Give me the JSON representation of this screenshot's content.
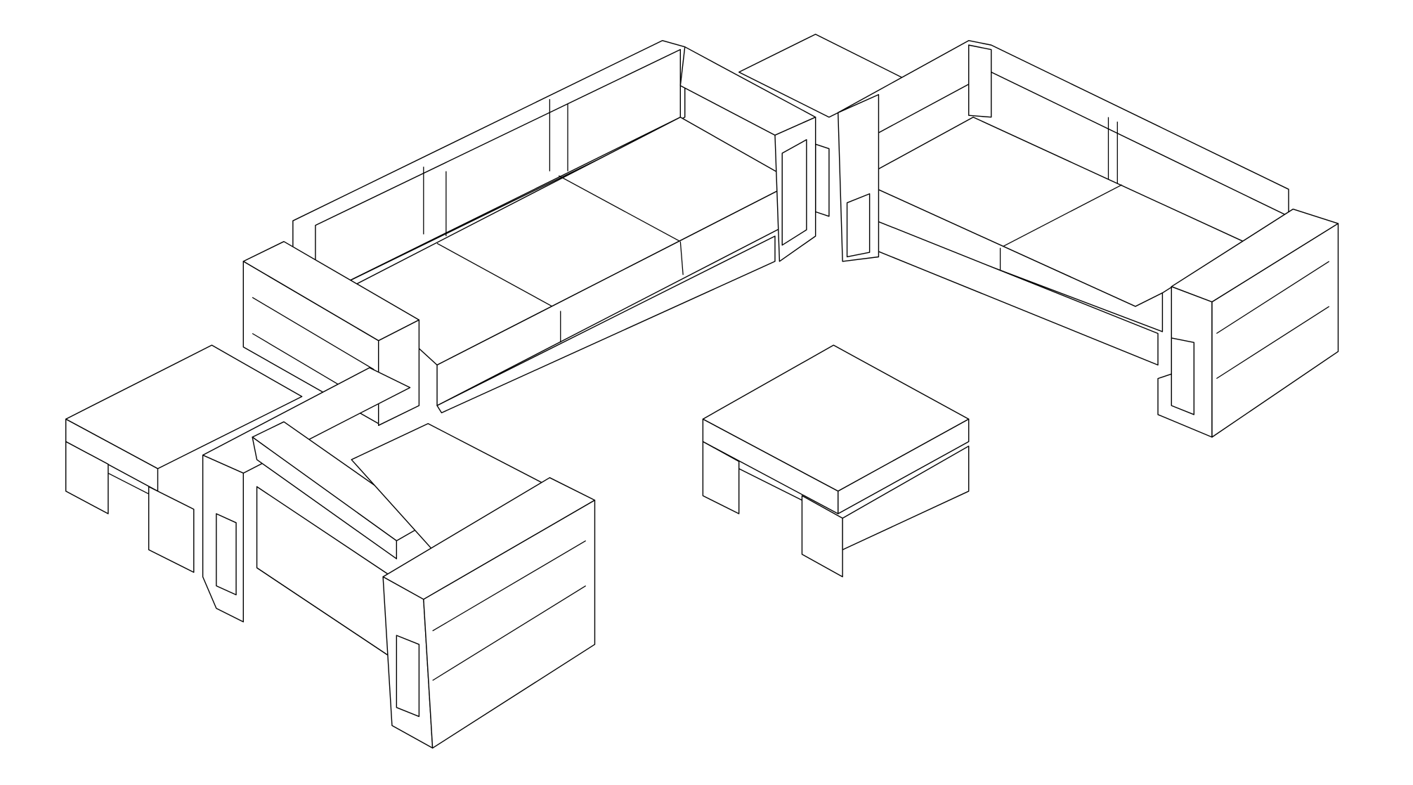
{
  "drawing": {
    "style": "isometric line drawing",
    "line_color": "#000000",
    "background": "#ffffff",
    "objects": [
      "three-seat-sofa",
      "corner-table",
      "loveseat",
      "coffee-table",
      "side-table",
      "armchair"
    ]
  }
}
